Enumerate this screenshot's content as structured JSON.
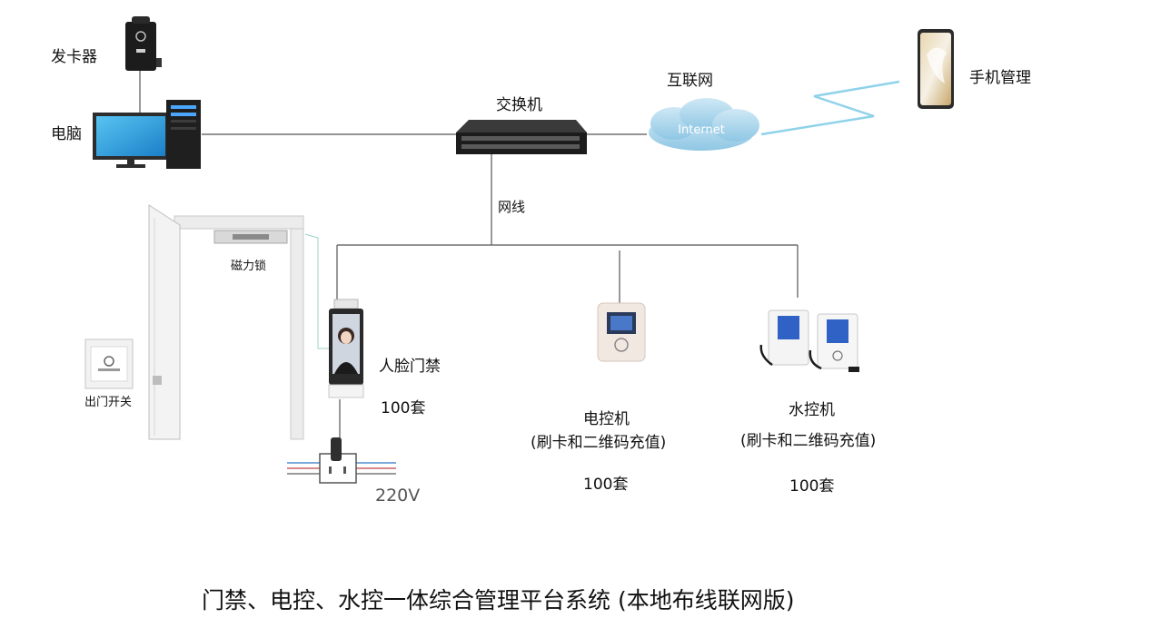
{
  "devices": {
    "card_issuer": "发卡器",
    "computer": "电脑",
    "switch": "交换机",
    "internet": "互联网",
    "internet_cloud": "Internet",
    "phone": "手机管理",
    "network_cable": "网线",
    "mag_lock": "磁力锁",
    "exit_button": "出门开关",
    "face_access": "人脸门禁",
    "face_count": "100套",
    "power_label": "220V",
    "electric": "电控机",
    "electric_sub": "(刷卡和二维码充值)",
    "electric_count": "100套",
    "water": "水控机",
    "water_sub": "(刷卡和二维码充值)",
    "water_count": "100套"
  },
  "footer": {
    "title": "门禁、电控、水控一体综合管理平台系统 (本地布线联网版)"
  }
}
